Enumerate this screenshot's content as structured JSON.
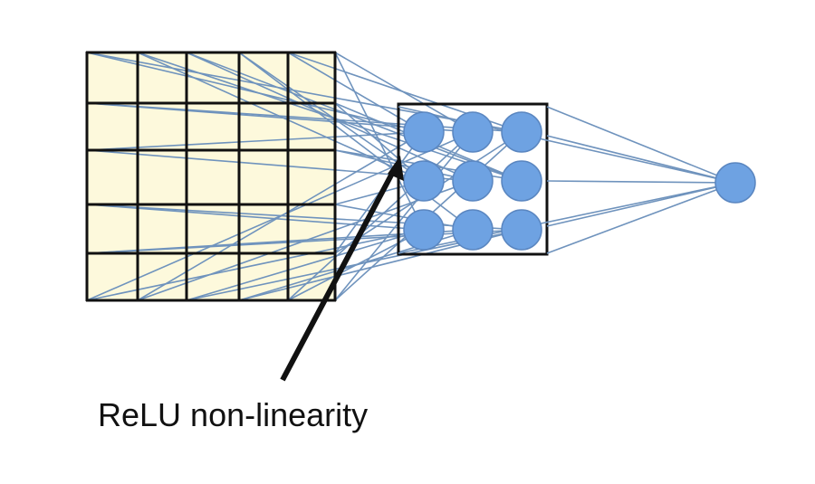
{
  "annotation": {
    "label": "ReLU non-linearity"
  },
  "diagram": {
    "input_grid": {
      "rows": 5,
      "cols": 5
    },
    "hidden_layer": {
      "rows": 3,
      "cols": 3
    },
    "output_nodes": 1
  },
  "colors": {
    "cell_fill": "#fdf9dc",
    "grid_line": "#111111",
    "connection": "#6f93bd",
    "node_fill": "#6ea2e2",
    "node_stroke": "#5a86c0",
    "arrow": "#111111"
  }
}
